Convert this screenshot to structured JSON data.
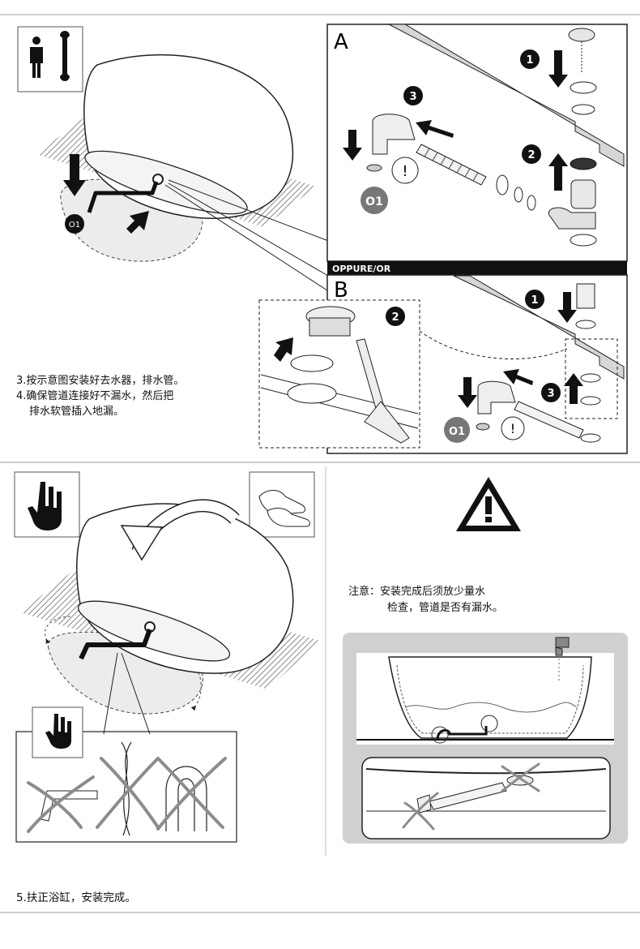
{
  "instructions": {
    "step3": "3.按示意图安装好去水器，排水管。",
    "step4_line1": "4.确保管道连接好不漏水，然后把",
    "step4_line2": "排水软管插入地漏。",
    "note_line1": "注意：安装完成后须放少量水",
    "note_line2": "检查，管道是否有漏水。",
    "step5": "5.扶正浴缸，安装完成。"
  },
  "labels": {
    "panel_a": "A",
    "panel_b": "B",
    "divider": "OPPURE/OR",
    "part_o1": "O1",
    "num_1": "1",
    "num_2": "2",
    "num_3": "3"
  },
  "icons": [
    "person-icon",
    "wrench-icon",
    "hand-pointer-icon",
    "gloves-icon",
    "warning-icon",
    "faucet-icon"
  ],
  "colors": {
    "line": "#222222",
    "hatch": "#9a9a9a",
    "gray_panel": "#cfcfcf",
    "badge": "#777777"
  }
}
